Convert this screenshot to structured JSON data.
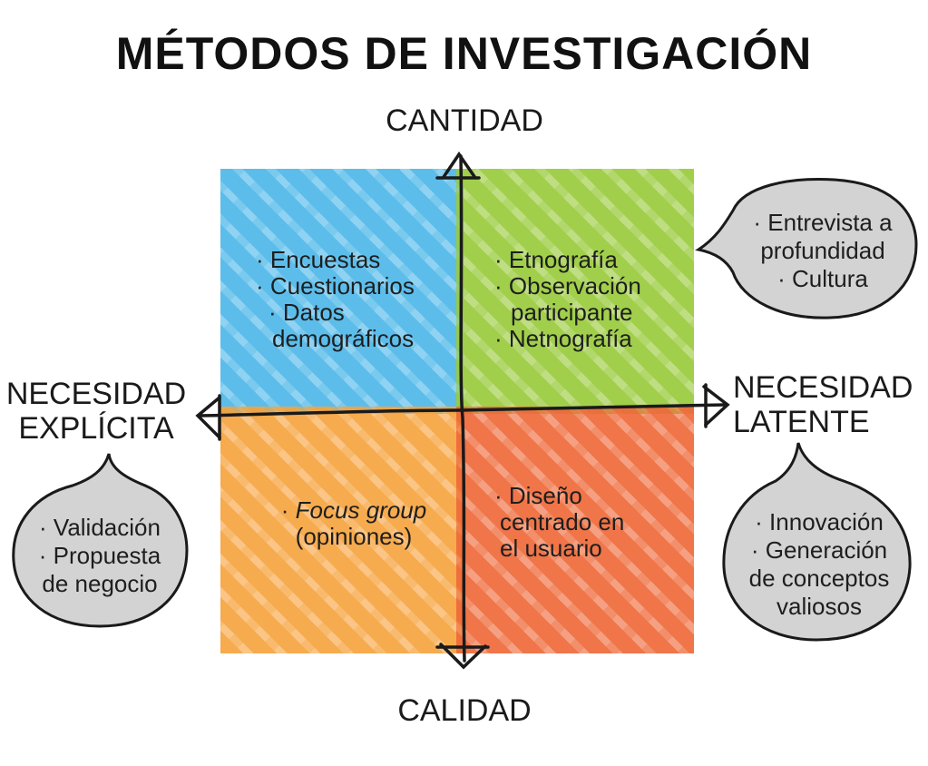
{
  "title": "MÉTODOS DE INVESTIGACIÓN",
  "axes": {
    "top": "CANTIDAD",
    "bottom": "CALIDAD",
    "left": [
      "NECESIDAD",
      "EXPLÍCITA"
    ],
    "right": [
      "NECESIDAD",
      "LATENTE"
    ]
  },
  "quadrants": {
    "blue": [
      "· Encuestas",
      "· Cuestionarios",
      "· Datos",
      "demográficos"
    ],
    "green": [
      "· Etnografía",
      "· Observación",
      "participante",
      "· Netnografía"
    ],
    "orange": {
      "bullet": "· ",
      "italic": "Focus group",
      "line2": "(opiniones)"
    },
    "red": [
      "· Diseño",
      "centrado en",
      "el usuario"
    ]
  },
  "bubbles": {
    "right_top": [
      "· Entrevista a",
      "profundidad",
      "· Cultura"
    ],
    "left": [
      "· Validación",
      "· Propuesta",
      "de negocio"
    ],
    "right_bottom": [
      "· Innovación",
      "· Generación",
      "de conceptos",
      "valiosos"
    ]
  },
  "colors": {
    "blue": "#4fb8ea",
    "green": "#9acb3c",
    "orange": "#f6a43f",
    "red": "#ef6a3a",
    "bubble_fill": "#d3d3d3",
    "ink": "#1a1a1a"
  }
}
